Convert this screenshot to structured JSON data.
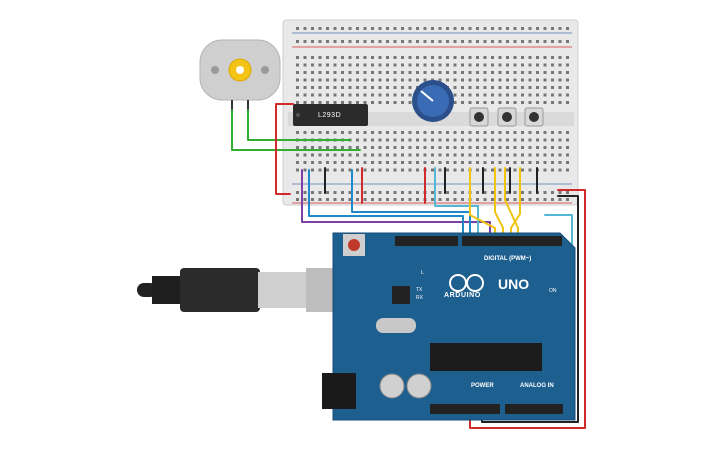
{
  "scene": {
    "motor_driver_chip_label": "L293D",
    "arduino_model_label": "UNO",
    "arduino_brand_label": "ARDUINO",
    "digital_header_label": "DIGITAL (PWM~)",
    "power_header_label": "POWER",
    "analog_header_label": "ANALOG IN",
    "on_led_label": "ON",
    "l_led_label": "L",
    "tx_led_label": "TX",
    "rx_led_label": "RX"
  },
  "colors": {
    "board_blue": "#1d5f8f",
    "breadboard": "#e8e8e8",
    "wire_red": "#d12a2a",
    "wire_black": "#222222",
    "wire_green": "#2fae2f",
    "wire_yellow": "#f1c40f",
    "wire_cyan": "#55b8d6",
    "wire_purple": "#7b3fa6",
    "wire_blue": "#1e88c9"
  },
  "icons": [
    "dc-motor-icon",
    "potentiometer-icon",
    "pushbutton-icon",
    "usb-cable-icon",
    "barrel-jack-icon",
    "capacitor-icon",
    "crystal-icon",
    "atmega-chip-icon",
    "reset-button-icon"
  ]
}
